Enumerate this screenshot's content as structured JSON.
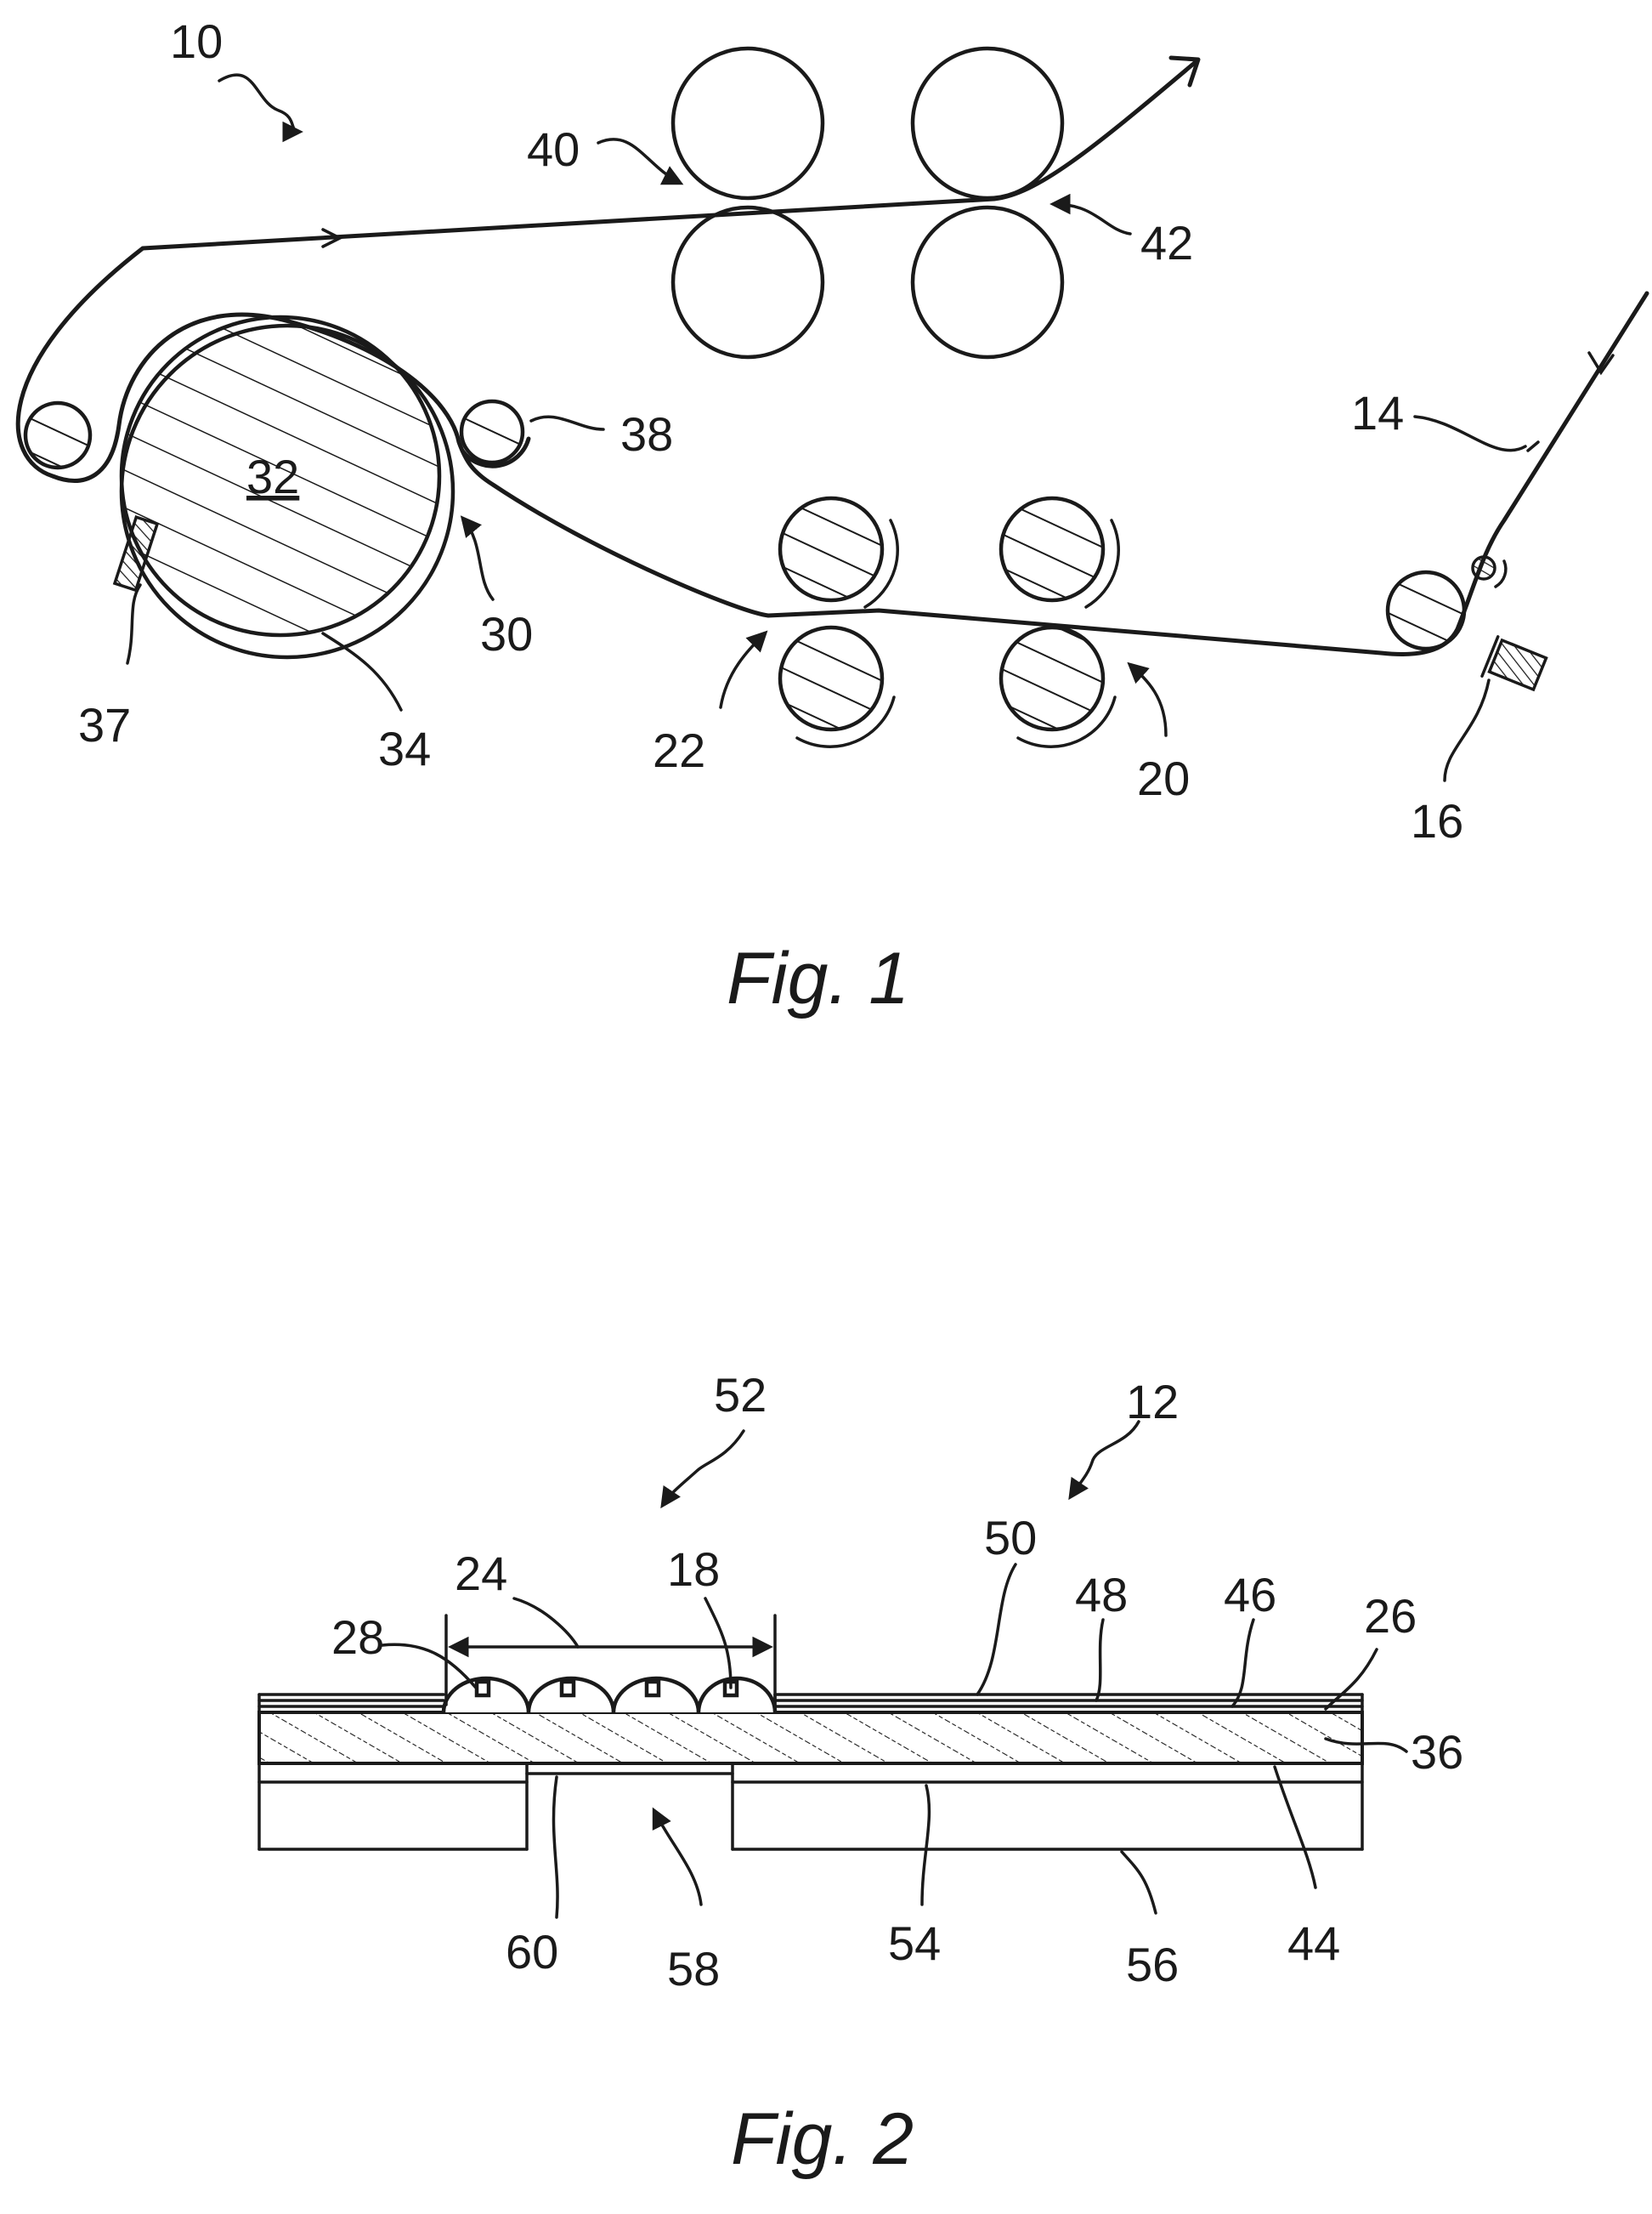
{
  "figure1": {
    "caption": "Fig. 1",
    "labels": {
      "l10": "10",
      "l40": "40",
      "l42": "42",
      "l14": "14",
      "l32": "32",
      "l38": "38",
      "l30": "30",
      "l37": "37",
      "l34": "34",
      "l22": "22",
      "l20": "20",
      "l16": "16"
    }
  },
  "figure2": {
    "caption": "Fig. 2",
    "labels": {
      "l52": "52",
      "l12": "12",
      "l24": "24",
      "l18": "18",
      "l50": "50",
      "l48": "48",
      "l46": "46",
      "l26": "26",
      "l28": "28",
      "l36": "36",
      "l60": "60",
      "l58": "58",
      "l54": "54",
      "l56": "56",
      "l44": "44"
    }
  }
}
